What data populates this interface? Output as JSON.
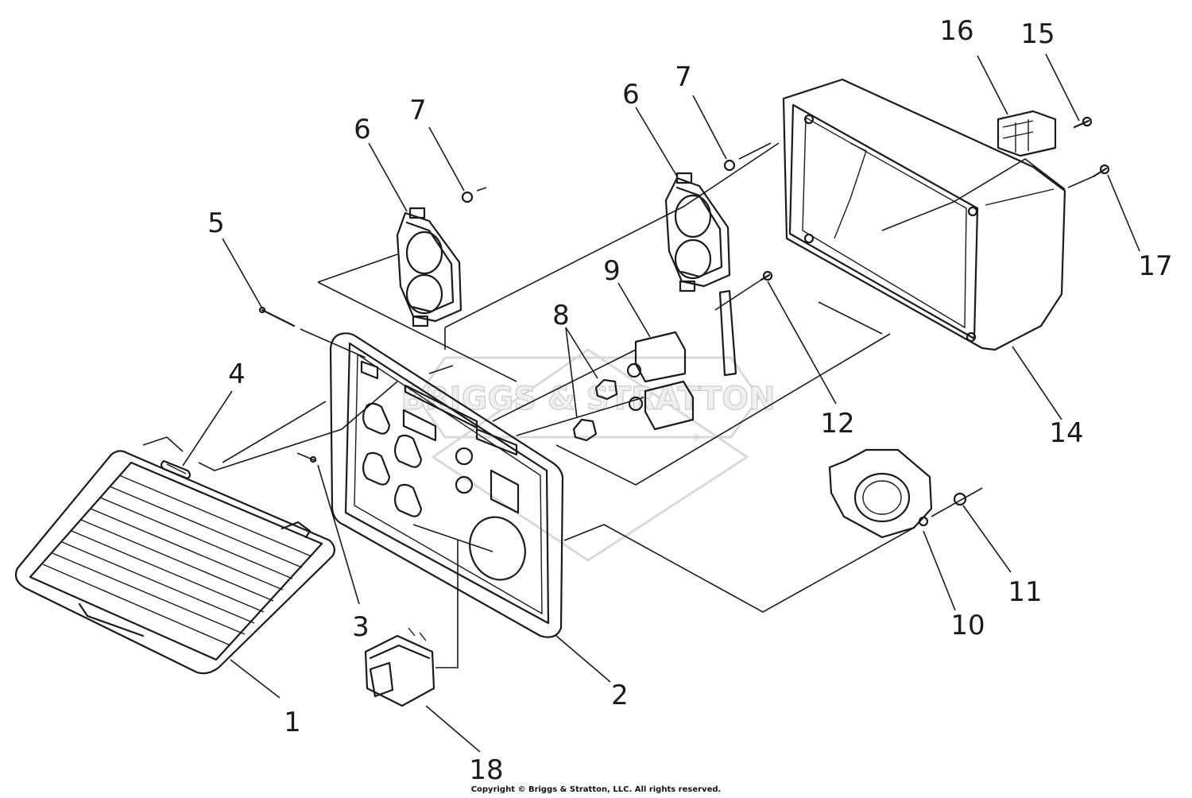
{
  "diagram": {
    "watermark_text": "BRIGGS & STRATTON",
    "watermark_mark": "®",
    "copyright": "Copyright © Briggs & Stratton, LLC. All rights reserved.",
    "callouts": {
      "c1": "1",
      "c2": "2",
      "c3": "3",
      "c4": "4",
      "c5": "5",
      "c6a": "6",
      "c6b": "6",
      "c7a": "7",
      "c7b": "7",
      "c8": "8",
      "c9": "9",
      "c10": "10",
      "c11": "11",
      "c12": "12",
      "c14": "14",
      "c15": "15",
      "c16": "16",
      "c17": "17",
      "c18": "18"
    }
  }
}
